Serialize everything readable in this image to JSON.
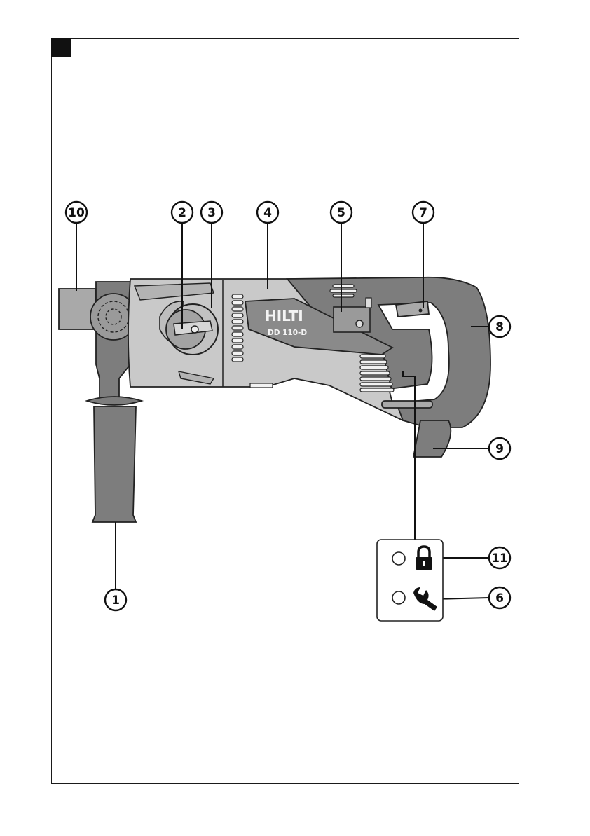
{
  "figure_number": "1",
  "brand": {
    "logo": "HILTI",
    "model": "DD 110-D"
  },
  "callouts": [
    "10",
    "2",
    "3",
    "4",
    "5",
    "7",
    "8",
    "9",
    "11",
    "6",
    "1"
  ],
  "indicator_panel": {
    "items": [
      {
        "number": "11",
        "icon": "padlock-icon"
      },
      {
        "number": "6",
        "icon": "wrench-icon"
      }
    ]
  },
  "colors": {
    "body_light": "#c9c9c9",
    "body_dark": "#7d7d7d",
    "outline": "#222222"
  }
}
